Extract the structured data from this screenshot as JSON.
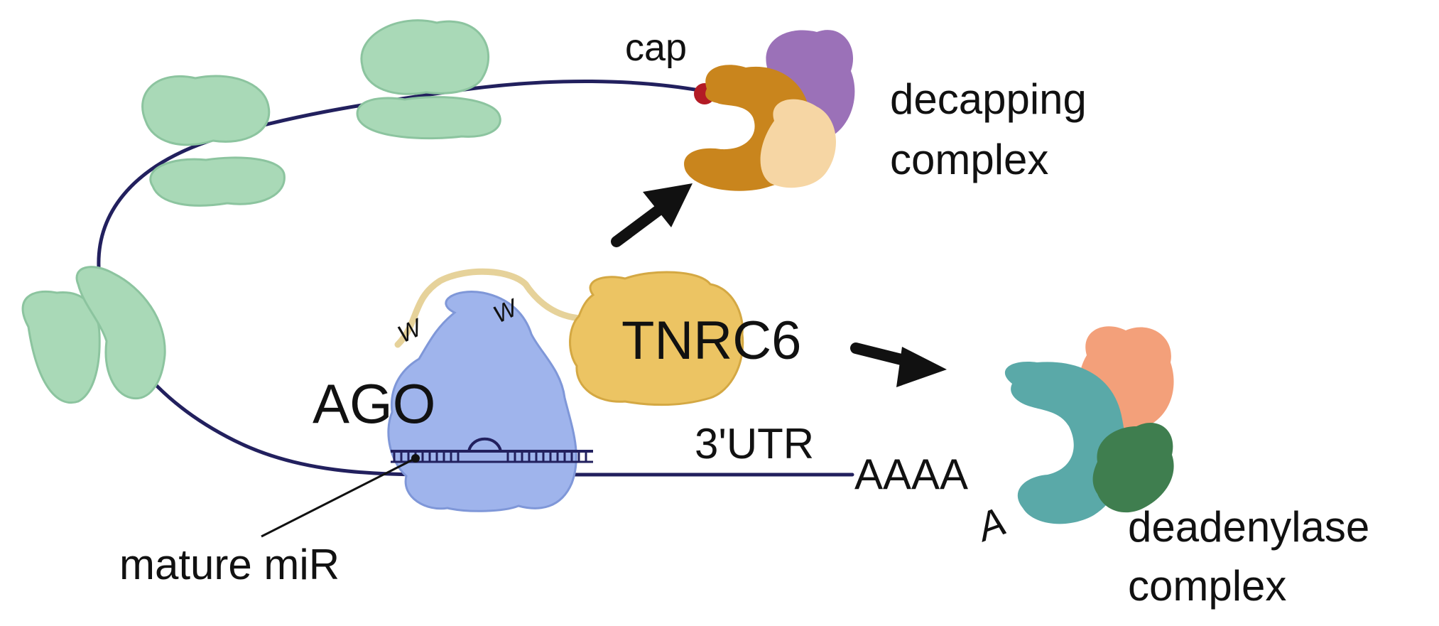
{
  "labels": {
    "cap": "cap",
    "decapping_1": "decapping",
    "decapping_2": "complex",
    "tnrc6": "TNRC6",
    "ago": "AGO",
    "w_left": "W",
    "w_right": "W",
    "utr": "3'UTR",
    "polya": "AAAA",
    "a_loose": "A",
    "mature_mir": "mature miR",
    "deadenylase_1": "deadenylase",
    "deadenylase_2": "complex"
  },
  "colors": {
    "mrna": "#22205e",
    "ribosome": "#a9d9b7",
    "ribosome_edge": "#8cc49f",
    "cap": "#b31b25",
    "purple_protein": "#9b71b8",
    "orange_protein": "#c9851d",
    "peach_protein": "#f6d6a4",
    "ago": "#9fb4ec",
    "ago_edge": "#7f97d8",
    "tnrc6": "#ecc463",
    "tnrc6_edge": "#d4a843",
    "linker": "#e6d29a",
    "teal_protein": "#5aa9a8",
    "salmon_protein": "#f3a07a",
    "green_protein": "#3f7e4f",
    "arrow": "#111111"
  }
}
